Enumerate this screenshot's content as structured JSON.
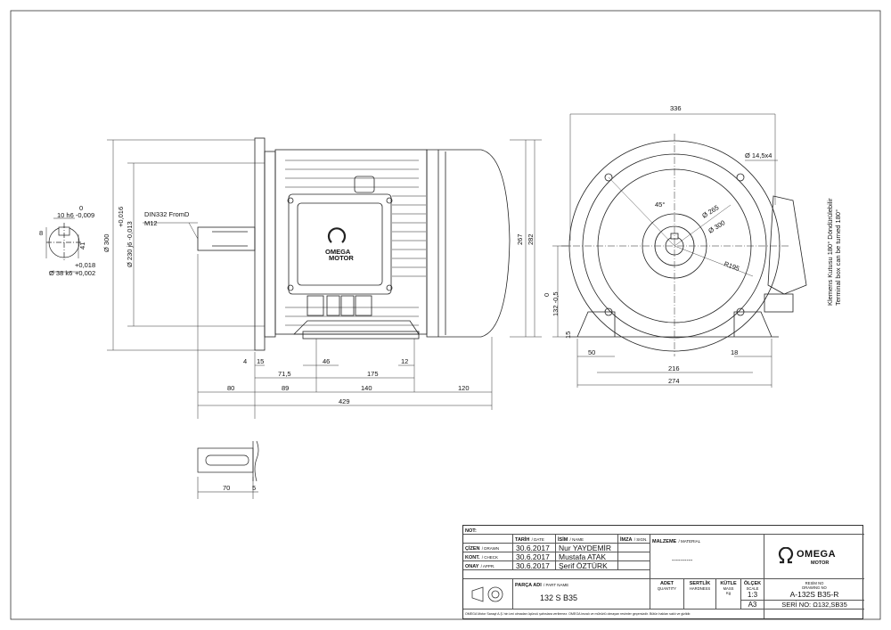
{
  "dimensions": {
    "side": {
      "d1": "4",
      "d2": "15",
      "d3": "71,5",
      "d4": "46",
      "d5": "175",
      "d6": "12",
      "d7": "80",
      "d8": "89",
      "d9": "140",
      "d10": "120",
      "d11": "429",
      "dia_flange": "Ø 300",
      "dia_spigot_a": "+0,016",
      "dia_spigot_b": "Ø 230 j6 -0,013",
      "h267": "267",
      "h282": "282",
      "thread_std": "DIN332 FromD",
      "thread_size": "M12"
    },
    "shaft": {
      "key_top": "0",
      "key_w": "10 h6 -0,009",
      "key_h": "8",
      "key_d": "41",
      "dia_tol1": "+0,018",
      "dia_main": "Ø 38 k6",
      "dia_tol2": "+0,002",
      "len": "70",
      "len2": "5"
    },
    "front": {
      "w336": "336",
      "holes": "Ø 14,5x4",
      "angle": "45°",
      "d265": "Ø 265",
      "d300": "Ø 300",
      "r195": "R195",
      "h0": "0",
      "h132": "132 -0,5",
      "h15": "15",
      "b50": "50",
      "b18": "18",
      "b216": "216",
      "b274": "274",
      "terminal_tr": "Klemens Kutusu 180° Döndürülebilir",
      "terminal_en": "Terminal box can be turned 180°"
    }
  },
  "nameplate": {
    "brand": "OMEGA",
    "sub": "MOTOR"
  },
  "title_block": {
    "not": "NOT:",
    "h_date": "TARİH",
    "h_date_en": "DATE",
    "h_name": "İSİM",
    "h_name_en": "NAME",
    "h_sign": "İMZA",
    "h_sign_en": "SIGN.",
    "h_material": "MALZEME",
    "h_material_en": "MATERIAL",
    "material": "----------",
    "rows": [
      {
        "label": "ÇİZEN",
        "label_en": "DRAWN",
        "date": "30.6.2017",
        "name": "Nur YAYDEMİR"
      },
      {
        "label": "KONT.",
        "label_en": "CHECK",
        "date": "30.6.2017",
        "name": "Mustafa ATAK"
      },
      {
        "label": "ONAY",
        "label_en": "APPR.",
        "date": "30.6.2017",
        "name": "Şerif ÖZTÜRK"
      }
    ],
    "part_label": "PARÇA ADI",
    "part_label_en": "PART NAME",
    "part_name": "132 S B35",
    "qty": "ADET",
    "qty_en": "QUANTITY",
    "hard": "SERTLİK",
    "hard_en": "HARDNESS",
    "mass": "KÜTLE",
    "mass_en": "MASS",
    "mass_unit": "Kg",
    "scale": "ÖLÇEK",
    "scale_en": "SCALE",
    "scale_val": "1:3",
    "sheet": "A3",
    "drawing_no_tr": "RESİM NO",
    "drawing_no_en": "DRAWING NO",
    "drawing_no": "A-132S B35-R",
    "serial": "SERİ NO: Ω132,SB35",
    "logo_main": "OMEGA",
    "logo_sub": "MOTOR",
    "footer": "OMEGA Motor Sanayi A.Ş.'nin izni olmadan üçüncü şahıslara verilemez. OMEGA imzalı ve mühürlü olmayan resimler geçersizdir. Bütün hakları saklı ve gizlidir."
  }
}
